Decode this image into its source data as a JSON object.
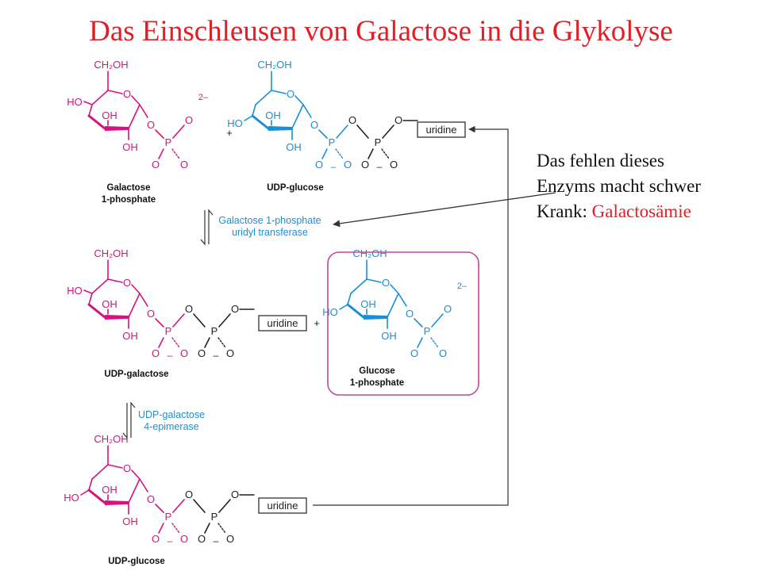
{
  "title": "Das Einschleusen von Galactose in die Glykolyse",
  "note": {
    "line1": "Das fehlen dieses",
    "line2": "Enzyms macht schwer",
    "line3_prefix": "Krank: ",
    "line3_highlight": "Galactosämie"
  },
  "atoms": {
    "ch2oh": "CH₂OH",
    "ho": "HO",
    "oh": "OH",
    "o": "O",
    "p": "P",
    "minus": "–",
    "charge": "2–",
    "plus": "+"
  },
  "uridine": "uridine",
  "labels": {
    "galactose_1p": [
      "Galactose",
      "1-phosphate"
    ],
    "udp_glucose_top": "UDP-glucose",
    "udp_galactose": "UDP-galactose",
    "glucose_1p": [
      "Glucose",
      "1-phosphate"
    ],
    "udp_glucose_bottom": "UDP-glucose"
  },
  "enzymes": {
    "transferase": [
      "Galactose 1-phosphate",
      "uridyl transferase"
    ],
    "epimerase": [
      "UDP-galactose",
      "4-epimerase"
    ]
  },
  "colors": {
    "title": "#e31e24",
    "galactose": "#d4137f",
    "glucose": "#1a8fd6",
    "enzyme": "#1f8fd0",
    "highlight_box": "#c04a9a",
    "text": "#222222"
  }
}
